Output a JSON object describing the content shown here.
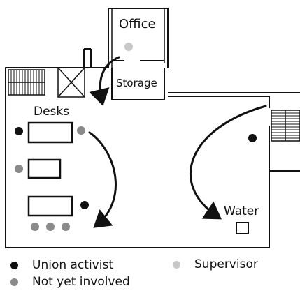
{
  "rooms": {
    "office": "Office",
    "storage": "Storage",
    "desks": "Desks",
    "water": "Water"
  },
  "legend": {
    "union_activist": "Union activist",
    "supervisor": "Supervisor",
    "not_yet_involved": "Not yet involved"
  },
  "colors": {
    "union_activist": "#111111",
    "supervisor": "#c8c8c8",
    "not_yet_involved": "#8a8a8a",
    "wall": "#111111"
  },
  "icons": [
    "staircase-icon",
    "elevator-icon",
    "arrow-icon"
  ]
}
